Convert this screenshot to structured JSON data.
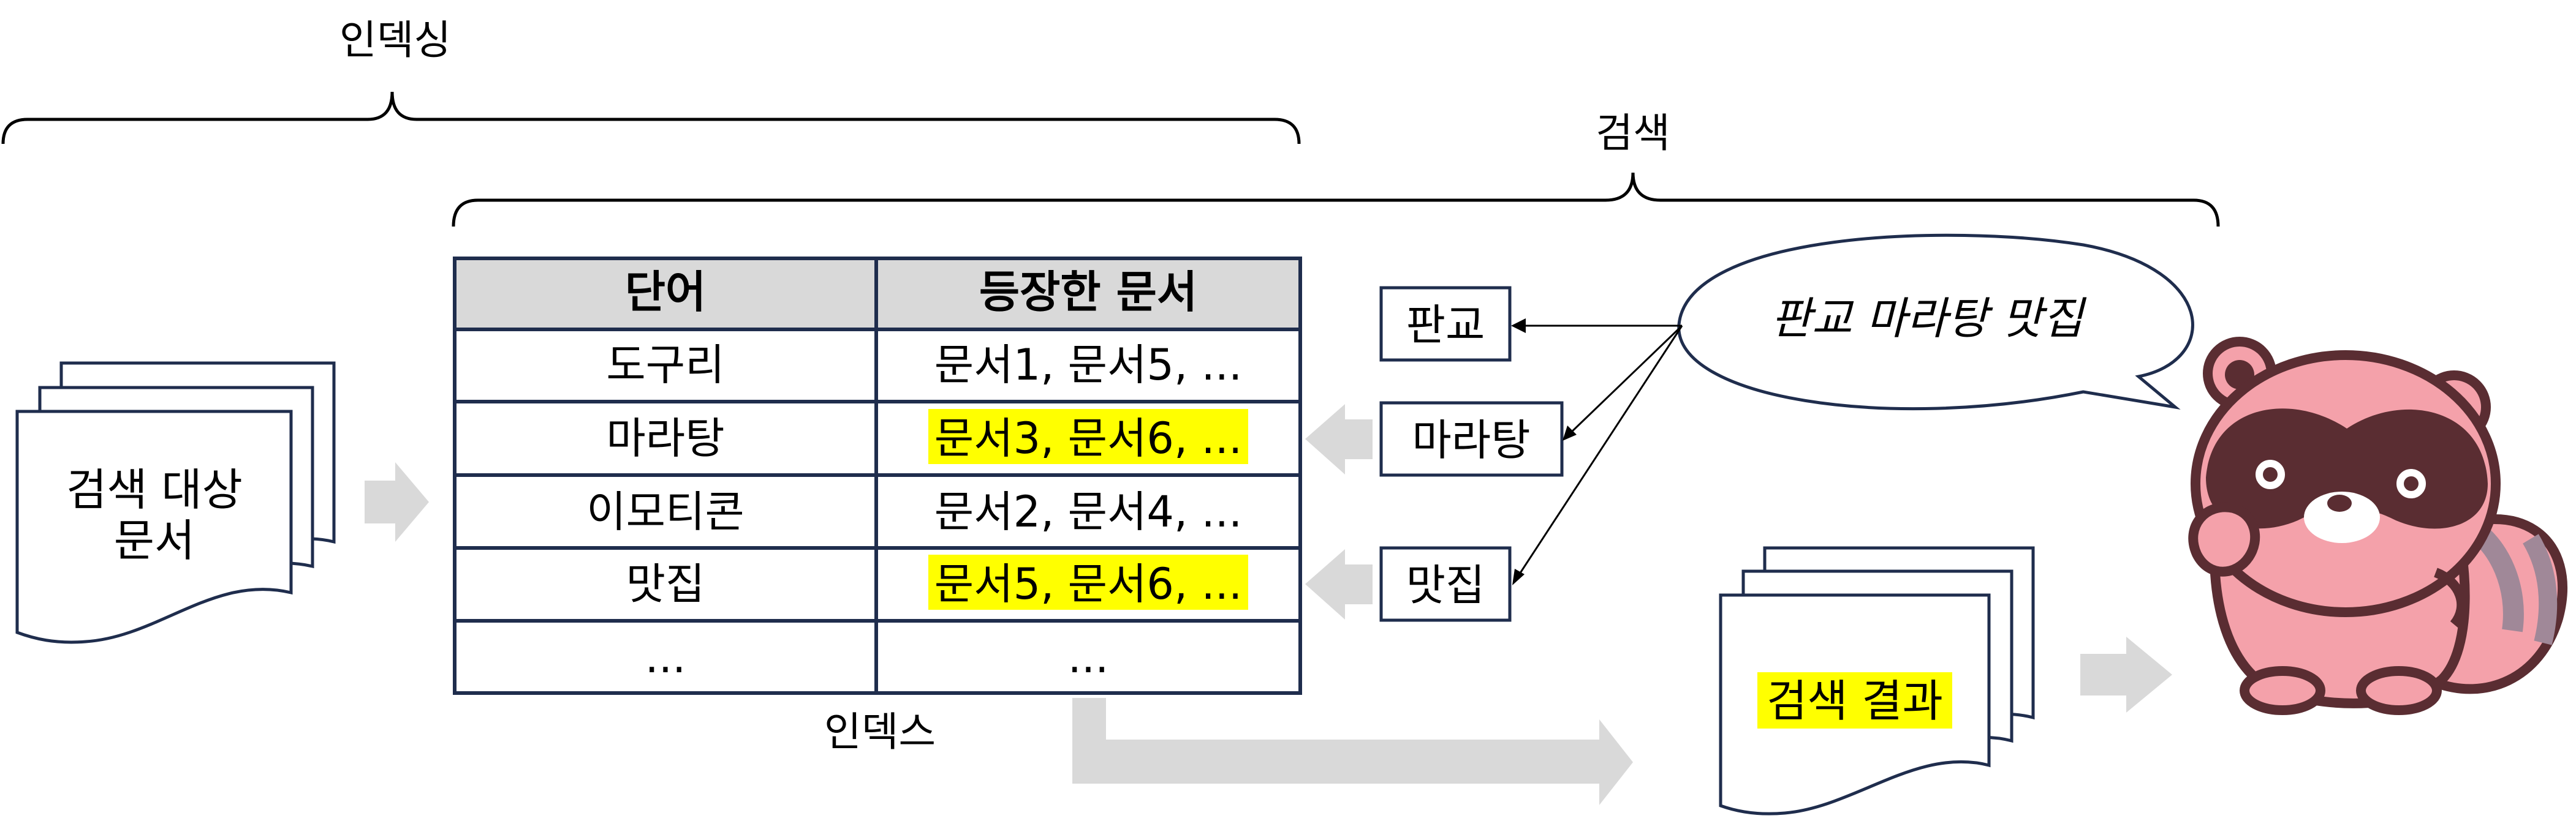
{
  "labels": {
    "indexing": "인덱싱",
    "search": "검색",
    "index": "인덱스",
    "source_docs_line1": "검색 대상",
    "source_docs_line2": "문서",
    "results": "검색 결과",
    "query": "판교 마라탕 맛집"
  },
  "index_table": {
    "headers": [
      "단어",
      "등장한 문서"
    ],
    "rows": [
      {
        "word": "도구리",
        "docs": "문서1, 문서5, ...",
        "highlight": false
      },
      {
        "word": "마라탕",
        "docs": "문서3, 문서6, ...",
        "highlight": true
      },
      {
        "word": "이모티콘",
        "docs": "문서2, 문서4, ...",
        "highlight": false
      },
      {
        "word": "맛집",
        "docs": "문서5, 문서6, ...",
        "highlight": true
      },
      {
        "word": "...",
        "docs": "...",
        "highlight": false
      }
    ]
  },
  "tokens": [
    "판교",
    "마라탕",
    "맛집"
  ],
  "colors": {
    "border": "#1f2d4d",
    "header_fill": "#d9d9d9",
    "highlight": "#ffff00",
    "arrow_fill": "#d9d9d9",
    "mascot_pink": "#f4a1aa",
    "mascot_dark": "#5a2d32",
    "mascot_tail_purple": "#a08898"
  },
  "icons": [
    "document-stack-icon",
    "block-arrow-icon",
    "speech-bubble-icon",
    "raccoon-mascot-icon"
  ]
}
